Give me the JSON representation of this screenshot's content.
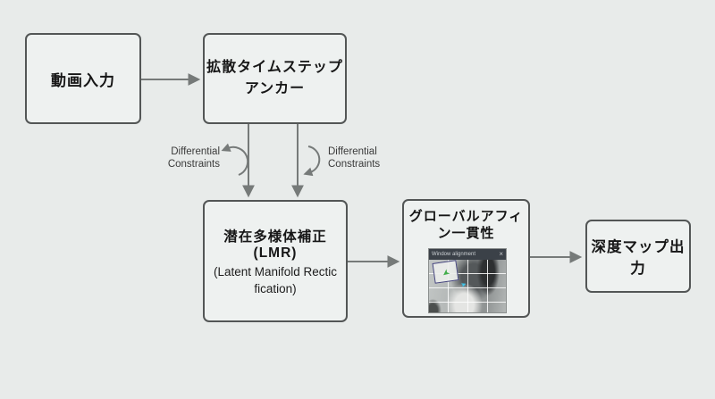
{
  "palette": {
    "background": "#e8ebea",
    "box_fill": "#eef1f0",
    "box_border": "#535656",
    "arrow_gray": "#767a79",
    "selection_border_blue": "#45457e",
    "cursor_green": "#43ae4c",
    "marker_cyan": "#3fc6ea",
    "window_titlebar": "#3b4148"
  },
  "nodes": {
    "video_input": {
      "label": "動画入力"
    },
    "timestep_anchor": {
      "line1": "拡散タイムステップ",
      "line2": "アンカー"
    },
    "lmr": {
      "title": "潜在多様体補正(LMR)",
      "subtitle_line1": "(Latent Manifold Rectic",
      "subtitle_line2": "fication)"
    },
    "global_affine": {
      "line1": "グローバルアフィ",
      "line2": "ン一貫性"
    },
    "depth_output": {
      "label": "深度マップ出力"
    }
  },
  "edge_labels": {
    "left": {
      "line1": "Differential",
      "line2": "Constraints"
    },
    "right": {
      "line1": "Differential",
      "line2": "Constraints"
    }
  },
  "embedded_window": {
    "title": "Window alignment",
    "close_label": "×"
  },
  "icons": {
    "green_cursor": "➤",
    "cyan_marker": "➤"
  }
}
